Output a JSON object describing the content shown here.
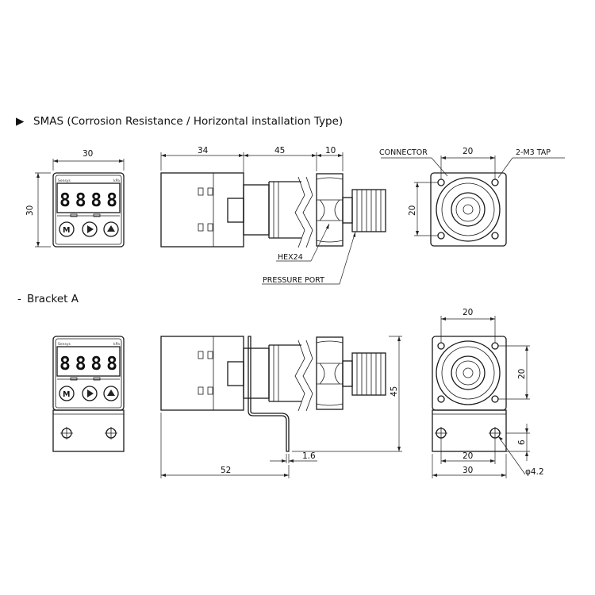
{
  "section_smas": {
    "marker": "▶",
    "title": "SMAS (Corrosion Resistance / Horizontal installation Type)"
  },
  "section_bracket": {
    "marker": "-",
    "title": "Bracket A"
  },
  "device": {
    "brand": "Sensys",
    "unit": "kPa",
    "display": "8888"
  },
  "dims_top": {
    "front_width": "30",
    "front_height": "30",
    "side_body": "34",
    "side_mid": "45",
    "side_port": "10",
    "rear_width": "20",
    "rear_height": "20"
  },
  "callouts_top": {
    "connector": "CONNECTOR",
    "tap": "2-M3 TAP",
    "hex": "HEX24",
    "pressure_port": "PRESSURE PORT"
  },
  "dims_bracket": {
    "side_height": "45",
    "side_length": "52",
    "plate_thickness": "1.6",
    "rear_top_width": "20",
    "rear_height": "20",
    "hole_offset": "6",
    "hole_spacing": "20",
    "plate_width": "30",
    "hole_dia": "φ4.2"
  }
}
